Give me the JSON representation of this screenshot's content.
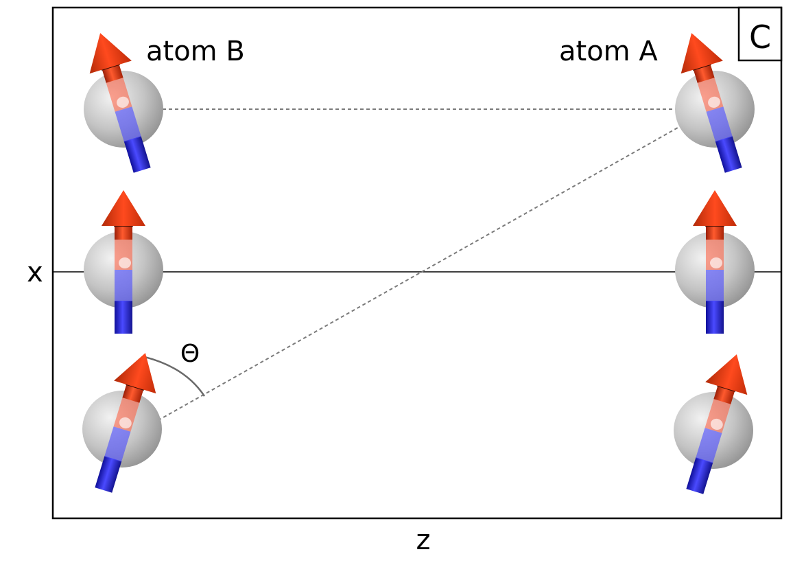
{
  "panel_label": "C",
  "labels": {
    "atom_b": "atom B",
    "atom_a": "atom A",
    "x_axis": "x",
    "z_axis": "z",
    "angle": "Θ"
  },
  "colors": {
    "frame": "#000000",
    "dashed_line": "#7a7a7a",
    "arrow_red": "#e23a1a",
    "arrow_blue": "#2a2ae8",
    "sphere_gray": "#bdbdbd"
  },
  "atoms": [
    {
      "name": "atom-b-top",
      "tilt_deg": -17
    },
    {
      "name": "atom-b-middle",
      "tilt_deg": 0
    },
    {
      "name": "atom-b-bottom",
      "tilt_deg": 17
    },
    {
      "name": "atom-a-top",
      "tilt_deg": -17
    },
    {
      "name": "atom-a-middle",
      "tilt_deg": 0
    },
    {
      "name": "atom-a-bottom",
      "tilt_deg": 17
    }
  ]
}
